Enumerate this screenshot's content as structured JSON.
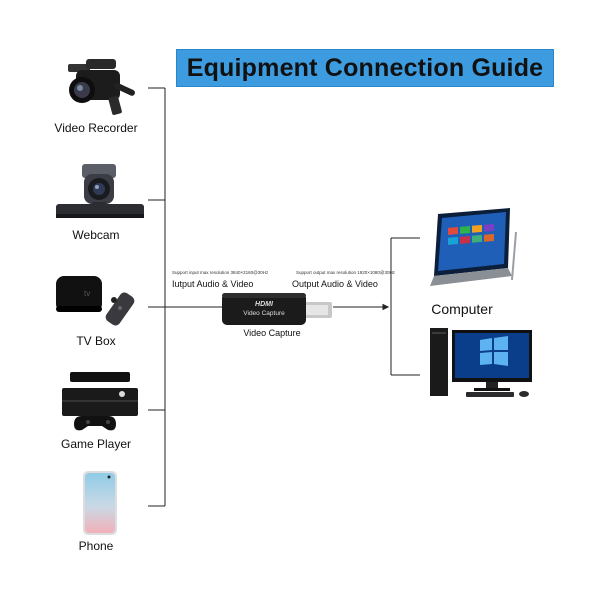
{
  "title": "Equipment Connection Guide",
  "sources": [
    {
      "label": "Video Recorder",
      "icon": "video-recorder-icon"
    },
    {
      "label": "Webcam",
      "icon": "webcam-icon"
    },
    {
      "label": "TV Box",
      "icon": "tv-box-icon"
    },
    {
      "label": "Game Player",
      "icon": "game-console-icon"
    },
    {
      "label": "Phone",
      "icon": "phone-icon"
    }
  ],
  "input_side": {
    "note": "Support input max resolution 3840×2160@30Hz",
    "label": "Iutput Audio & Video"
  },
  "output_side": {
    "note": "Support output max resolution 1920×1080@30Hz",
    "label": "Output Audio & Video"
  },
  "device": {
    "label": "Video Capture",
    "brand_text": "HDMI",
    "body_text": "Video Capture"
  },
  "targets": [
    {
      "label": "Computer",
      "icon": "tablet-computer-icon"
    },
    {
      "label": "",
      "icon": "desktop-computer-icon"
    }
  ],
  "colors": {
    "title_bg": "#3d9be0",
    "lines": "#222222"
  }
}
